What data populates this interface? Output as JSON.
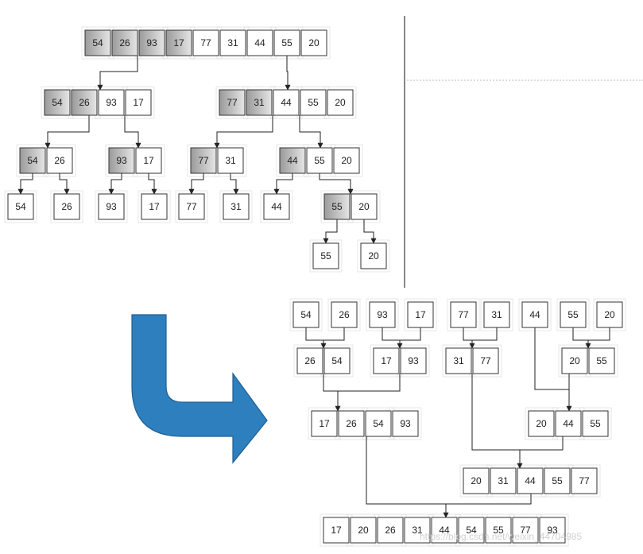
{
  "colors": {
    "cell_fill": "#ffffff",
    "cell_shaded_dark": "#9a9a9a",
    "cell_shaded_light": "#e6e6e6",
    "cell_border": "#333333",
    "connector": "#222222",
    "divider": "#111111",
    "dotted_line": "#c8c8c8",
    "arrow_fill": "#2e7fbe",
    "arrow_stroke": "#1f5f92",
    "ghost_grid": "#d8d8d8"
  },
  "split_phase": {
    "level0": [
      [
        "54",
        "26",
        "93",
        "17",
        "77",
        "31",
        "44",
        "55",
        "20"
      ]
    ],
    "level1": [
      [
        "54",
        "26",
        "93",
        "17"
      ],
      [
        "77",
        "31",
        "44",
        "55",
        "20"
      ]
    ],
    "level2": [
      [
        "54",
        "26"
      ],
      [
        "93",
        "17"
      ],
      [
        "77",
        "31"
      ],
      [
        "44",
        "55",
        "20"
      ]
    ],
    "level3": [
      [
        "54"
      ],
      [
        "26"
      ],
      [
        "93"
      ],
      [
        "17"
      ],
      [
        "77"
      ],
      [
        "31"
      ],
      [
        "44"
      ],
      [
        "55",
        "20"
      ]
    ],
    "level4": [
      [
        "55"
      ],
      [
        "20"
      ]
    ]
  },
  "merge_phase": {
    "level0": [
      [
        "54"
      ],
      [
        "26"
      ],
      [
        "93"
      ],
      [
        "17"
      ],
      [
        "77"
      ],
      [
        "31"
      ],
      [
        "44"
      ],
      [
        "55"
      ],
      [
        "20"
      ]
    ],
    "level1": [
      [
        "26",
        "54"
      ],
      [
        "17",
        "93"
      ],
      [
        "31",
        "77"
      ],
      [
        "20",
        "55"
      ]
    ],
    "level2": [
      [
        "17",
        "26",
        "54",
        "93"
      ],
      [
        "20",
        "44",
        "55"
      ]
    ],
    "level3": [
      [
        "20",
        "31",
        "44",
        "55",
        "77"
      ]
    ],
    "level4": [
      [
        "17",
        "20",
        "26",
        "31",
        "44",
        "54",
        "55",
        "77",
        "93"
      ]
    ]
  },
  "icons": {
    "transition_arrow": "curved-blue-arrow-icon"
  },
  "watermark": "https://blog.csdn.net/weixin_44704985"
}
